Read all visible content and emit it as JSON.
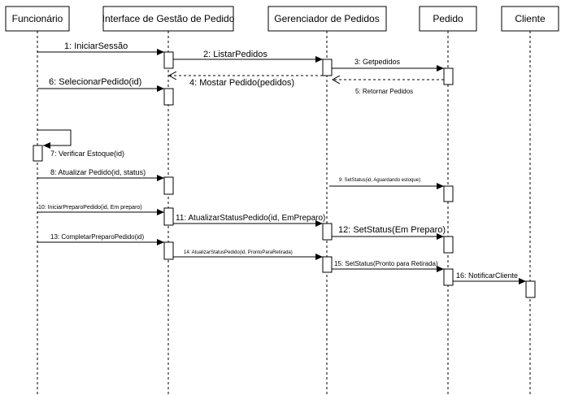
{
  "participants": [
    {
      "id": "funcionario",
      "label": "Funcionário"
    },
    {
      "id": "interface",
      "label": "Interface de Gestão de Pedido"
    },
    {
      "id": "gerenciador",
      "label": "Gerenciador de Pedidos"
    },
    {
      "id": "pedido",
      "label": "Pedido"
    },
    {
      "id": "cliente",
      "label": "Cliente"
    }
  ],
  "messages": [
    {
      "id": "m1",
      "label": "1: IniciarSessão",
      "from": "funcionario",
      "to": "interface",
      "type": "sync"
    },
    {
      "id": "m2",
      "label": "2: ListarPedidos",
      "from": "interface",
      "to": "gerenciador",
      "type": "sync"
    },
    {
      "id": "m3",
      "label": "3: Getpedidos",
      "from": "gerenciador",
      "to": "pedido",
      "type": "sync"
    },
    {
      "id": "m4",
      "label": "4: Mostar Pedido(pedidos)",
      "from": "gerenciador",
      "to": "interface",
      "type": "return"
    },
    {
      "id": "m5",
      "label": "5: Retornar Pedidos",
      "from": "pedido",
      "to": "gerenciador",
      "type": "return"
    },
    {
      "id": "m6",
      "label": "6: SelecionarPedido(id)",
      "from": "funcionario",
      "to": "interface",
      "type": "sync"
    },
    {
      "id": "m7",
      "label": "7: Verificar Estoque(id)",
      "from": "funcionario",
      "to": "funcionario",
      "type": "self"
    },
    {
      "id": "m8",
      "label": "8: Atualizar Pedido(id, status)",
      "from": "funcionario",
      "to": "interface",
      "type": "sync"
    },
    {
      "id": "m9",
      "label": "9: SetStatus(id, Aguardando estoque)",
      "from": "gerenciador",
      "to": "pedido",
      "type": "sync"
    },
    {
      "id": "m10",
      "label": "10: IniciarPreparoPedido(id, Em preparo)",
      "from": "funcionario",
      "to": "interface",
      "type": "sync"
    },
    {
      "id": "m11",
      "label": "11: AtualizarStatusPedido(id, EmPreparo)",
      "from": "interface",
      "to": "gerenciador",
      "type": "sync"
    },
    {
      "id": "m12",
      "label": "12: SetStatus(Em Preparo)",
      "from": "gerenciador",
      "to": "pedido",
      "type": "sync"
    },
    {
      "id": "m13",
      "label": "13: CompletarPreparoPedido(id)",
      "from": "funcionario",
      "to": "interface",
      "type": "sync"
    },
    {
      "id": "m14",
      "label": "14: AtualizarStatusPedido(id, ProntoParaRetirada)",
      "from": "interface",
      "to": "gerenciador",
      "type": "sync"
    },
    {
      "id": "m15",
      "label": "15: SetStatus(Pronto para Retirada)",
      "from": "gerenciador",
      "to": "pedido",
      "type": "sync"
    },
    {
      "id": "m16",
      "label": "16: NotificarCliente",
      "from": "pedido",
      "to": "cliente",
      "type": "sync"
    }
  ]
}
